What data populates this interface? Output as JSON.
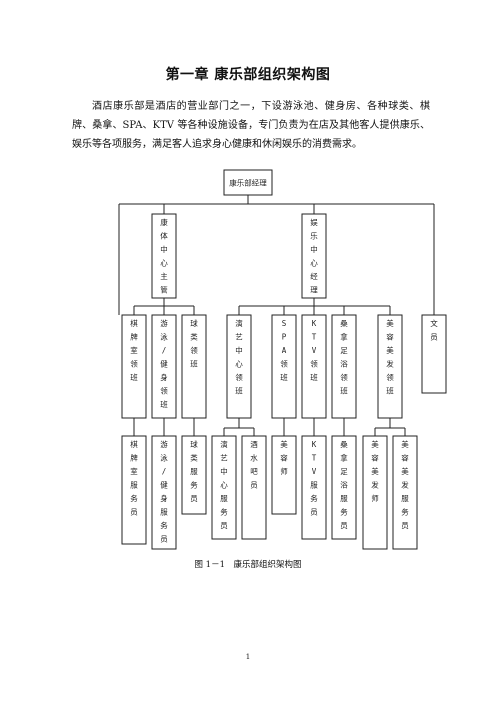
{
  "document": {
    "title": "第一章 康乐部组织架构图",
    "intro": "酒店康乐部是酒店的营业部门之一，下设游泳池、健身房、各种球类、棋牌、桑拿、SPA、KTV 等各种设施设备，专门负责为在店及其他客人提供康乐、娱乐等各项服务，满足客人追求身心健康和休闲娱乐的消费需求。",
    "caption": "图 1－1　康乐部组织架构图",
    "page_number": "1"
  },
  "org_chart": {
    "root": "康乐部经理",
    "level2": [
      {
        "id": "l2-kangti",
        "label": "康体中心主管"
      },
      {
        "id": "l2-yule",
        "label": "娱乐中心经理"
      }
    ],
    "level3": [
      {
        "id": "l3-qipai",
        "label": "棋牌室领班"
      },
      {
        "id": "l3-youyong",
        "label": "游泳/健身领班"
      },
      {
        "id": "l3-qiulei",
        "label": "球类领班"
      },
      {
        "id": "l3-yanyi",
        "label": "演艺中心领班"
      },
      {
        "id": "l3-spa",
        "label": "SPA领班"
      },
      {
        "id": "l3-ktv",
        "label": "KTV领班"
      },
      {
        "id": "l3-sangna",
        "label": "桑拿足浴领班"
      },
      {
        "id": "l3-meirong",
        "label": "美容美发领班"
      },
      {
        "id": "l3-wenyuan",
        "label": "文员"
      }
    ],
    "level4": [
      {
        "id": "l4-qipai",
        "label": "棋牌室服务员"
      },
      {
        "id": "l4-youyong",
        "label": "游泳/健身服务员"
      },
      {
        "id": "l4-qiulei",
        "label": "球类服务员"
      },
      {
        "id": "l4-yanyi",
        "label": "演艺中心服务员"
      },
      {
        "id": "l4-jiushui",
        "label": "酒水吧员"
      },
      {
        "id": "l4-meirongshi",
        "label": "美容师"
      },
      {
        "id": "l4-ktv",
        "label": "KTV服务员"
      },
      {
        "id": "l4-sangna",
        "label": "桑拿足浴服务员"
      },
      {
        "id": "l4-meifashi",
        "label": "美容美发师"
      },
      {
        "id": "l4-meifa-fwy",
        "label": "美容美发服务员"
      }
    ]
  }
}
